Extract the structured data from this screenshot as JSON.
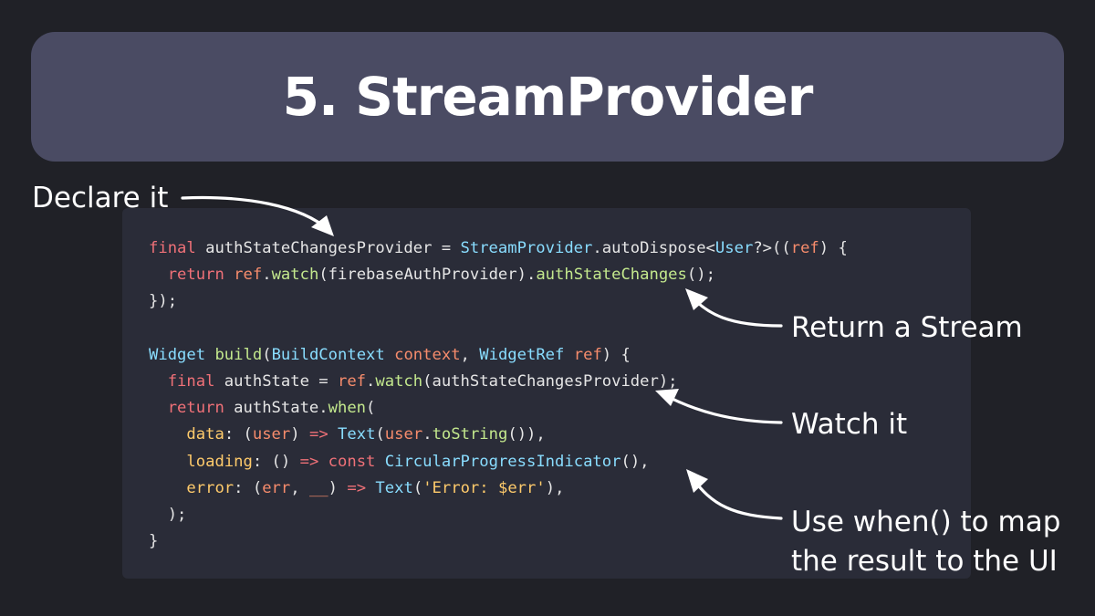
{
  "title": "5. StreamProvider",
  "annotations": {
    "declare": "Declare it",
    "return_stream": "Return a Stream",
    "watch": "Watch it",
    "use_when_line1": "Use when() to map",
    "use_when_line2": "the result to the UI"
  },
  "colors": {
    "background": "#202127",
    "banner": "#4a4b63",
    "code_panel": "#2a2c38",
    "keyword": "#f07178",
    "type": "#89ddff",
    "method": "#c3e88d",
    "param": "#f78c6c",
    "named_arg": "#ffcb6b",
    "string": "#ffcb6b",
    "plain": "#e6e6e6"
  },
  "code_lines": [
    [
      {
        "t": "final",
        "c": "keyword"
      },
      {
        "t": " authStateChangesProvider = ",
        "c": "plain"
      },
      {
        "t": "StreamProvider",
        "c": "type"
      },
      {
        "t": ".autoDispose<",
        "c": "plain"
      },
      {
        "t": "User",
        "c": "type"
      },
      {
        "t": "?>((",
        "c": "plain"
      },
      {
        "t": "ref",
        "c": "param"
      },
      {
        "t": ") {",
        "c": "plain"
      }
    ],
    [
      {
        "t": "  ",
        "c": "plain"
      },
      {
        "t": "return",
        "c": "keyword"
      },
      {
        "t": " ",
        "c": "plain"
      },
      {
        "t": "ref",
        "c": "param"
      },
      {
        "t": ".",
        "c": "plain"
      },
      {
        "t": "watch",
        "c": "method"
      },
      {
        "t": "(firebaseAuthProvider).",
        "c": "plain"
      },
      {
        "t": "authStateChanges",
        "c": "method"
      },
      {
        "t": "();",
        "c": "plain"
      }
    ],
    [
      {
        "t": "});",
        "c": "plain"
      }
    ],
    [],
    [
      {
        "t": "Widget",
        "c": "type"
      },
      {
        "t": " ",
        "c": "plain"
      },
      {
        "t": "build",
        "c": "method"
      },
      {
        "t": "(",
        "c": "plain"
      },
      {
        "t": "BuildContext",
        "c": "type"
      },
      {
        "t": " ",
        "c": "plain"
      },
      {
        "t": "context",
        "c": "param"
      },
      {
        "t": ", ",
        "c": "plain"
      },
      {
        "t": "WidgetRef",
        "c": "type"
      },
      {
        "t": " ",
        "c": "plain"
      },
      {
        "t": "ref",
        "c": "param"
      },
      {
        "t": ") {",
        "c": "plain"
      }
    ],
    [
      {
        "t": "  ",
        "c": "plain"
      },
      {
        "t": "final",
        "c": "keyword"
      },
      {
        "t": " authState = ",
        "c": "plain"
      },
      {
        "t": "ref",
        "c": "param"
      },
      {
        "t": ".",
        "c": "plain"
      },
      {
        "t": "watch",
        "c": "method"
      },
      {
        "t": "(authStateChangesProvider);",
        "c": "plain"
      }
    ],
    [
      {
        "t": "  ",
        "c": "plain"
      },
      {
        "t": "return",
        "c": "keyword"
      },
      {
        "t": " authState.",
        "c": "plain"
      },
      {
        "t": "when",
        "c": "method"
      },
      {
        "t": "(",
        "c": "plain"
      }
    ],
    [
      {
        "t": "    ",
        "c": "plain"
      },
      {
        "t": "data",
        "c": "named_arg"
      },
      {
        "t": ": (",
        "c": "plain"
      },
      {
        "t": "user",
        "c": "param"
      },
      {
        "t": ") ",
        "c": "plain"
      },
      {
        "t": "=>",
        "c": "keyword"
      },
      {
        "t": " ",
        "c": "plain"
      },
      {
        "t": "Text",
        "c": "type"
      },
      {
        "t": "(",
        "c": "plain"
      },
      {
        "t": "user",
        "c": "param"
      },
      {
        "t": ".",
        "c": "plain"
      },
      {
        "t": "toString",
        "c": "method"
      },
      {
        "t": "()),",
        "c": "plain"
      }
    ],
    [
      {
        "t": "    ",
        "c": "plain"
      },
      {
        "t": "loading",
        "c": "named_arg"
      },
      {
        "t": ": () ",
        "c": "plain"
      },
      {
        "t": "=>",
        "c": "keyword"
      },
      {
        "t": " ",
        "c": "plain"
      },
      {
        "t": "const",
        "c": "keyword"
      },
      {
        "t": " ",
        "c": "plain"
      },
      {
        "t": "CircularProgressIndicator",
        "c": "type"
      },
      {
        "t": "(),",
        "c": "plain"
      }
    ],
    [
      {
        "t": "    ",
        "c": "plain"
      },
      {
        "t": "error",
        "c": "named_arg"
      },
      {
        "t": ": (",
        "c": "plain"
      },
      {
        "t": "err",
        "c": "param"
      },
      {
        "t": ", ",
        "c": "plain"
      },
      {
        "t": "__",
        "c": "param"
      },
      {
        "t": ") ",
        "c": "plain"
      },
      {
        "t": "=>",
        "c": "keyword"
      },
      {
        "t": " ",
        "c": "plain"
      },
      {
        "t": "Text",
        "c": "type"
      },
      {
        "t": "(",
        "c": "plain"
      },
      {
        "t": "'Error: $err'",
        "c": "string"
      },
      {
        "t": "),",
        "c": "plain"
      }
    ],
    [
      {
        "t": "  );",
        "c": "plain"
      }
    ],
    [
      {
        "t": "}",
        "c": "plain"
      }
    ]
  ]
}
